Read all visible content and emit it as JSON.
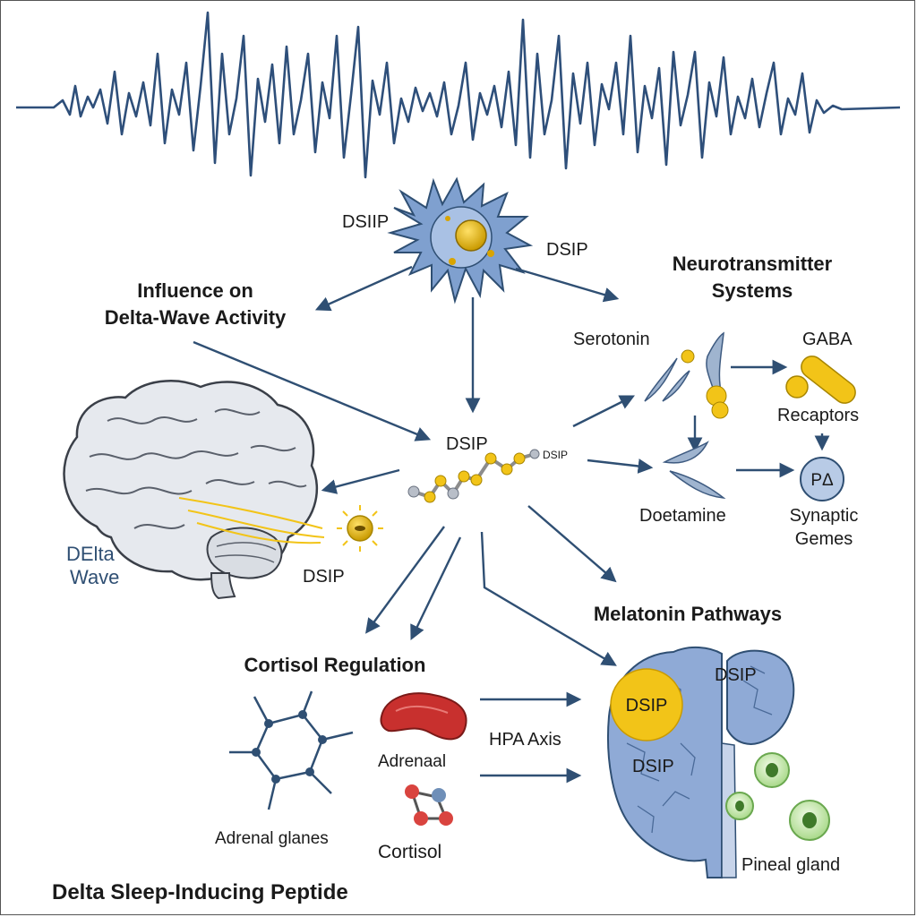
{
  "diagram": {
    "title": "Delta Sleep-Inducing Peptide",
    "neuron_label_left": "DSIIP",
    "neuron_label_right": "DSIP",
    "section_delta": {
      "line1": "Influence on",
      "line2": "Delta-Wave Activity"
    },
    "section_neuro": {
      "line1": "Neurotransmitter",
      "line2": "Systems"
    },
    "serotonin": "Serotonin",
    "gaba": "GABA",
    "recaptors": "Recaptors",
    "center_peptide": "DSIP",
    "center_peptide_small": "DSIP",
    "doetamine": "Doetamine",
    "pd_symbol": "PΔ",
    "synaptic": {
      "line1": "Synaptic",
      "line2": "Gemes"
    },
    "brain_wave": {
      "line1": "DElta",
      "line2": "Wave"
    },
    "brain_dsip": "DSIP",
    "melatonin": "Melatonin Pathways",
    "cortisol_regulation": "Cortisol Regulation",
    "hpa_axis": "HPA Axis",
    "adrenaal": "Adrenaal",
    "adrenal_glanes": "Adrenal glanes",
    "cortisol": "Cortisol",
    "pineal_dsip_circle": "DSIP",
    "pineal_dsip_top": "DSIP",
    "pineal_dsip_mid": "DSIP",
    "pineal_gland": "Pineal gland"
  },
  "colors": {
    "arrow": "#2f4f73",
    "wave": "#2e4f7a",
    "neuron": "#6f93c4",
    "gold": "#f2c418",
    "pineal": "#8faad6",
    "adrenal": "#c8302e"
  }
}
